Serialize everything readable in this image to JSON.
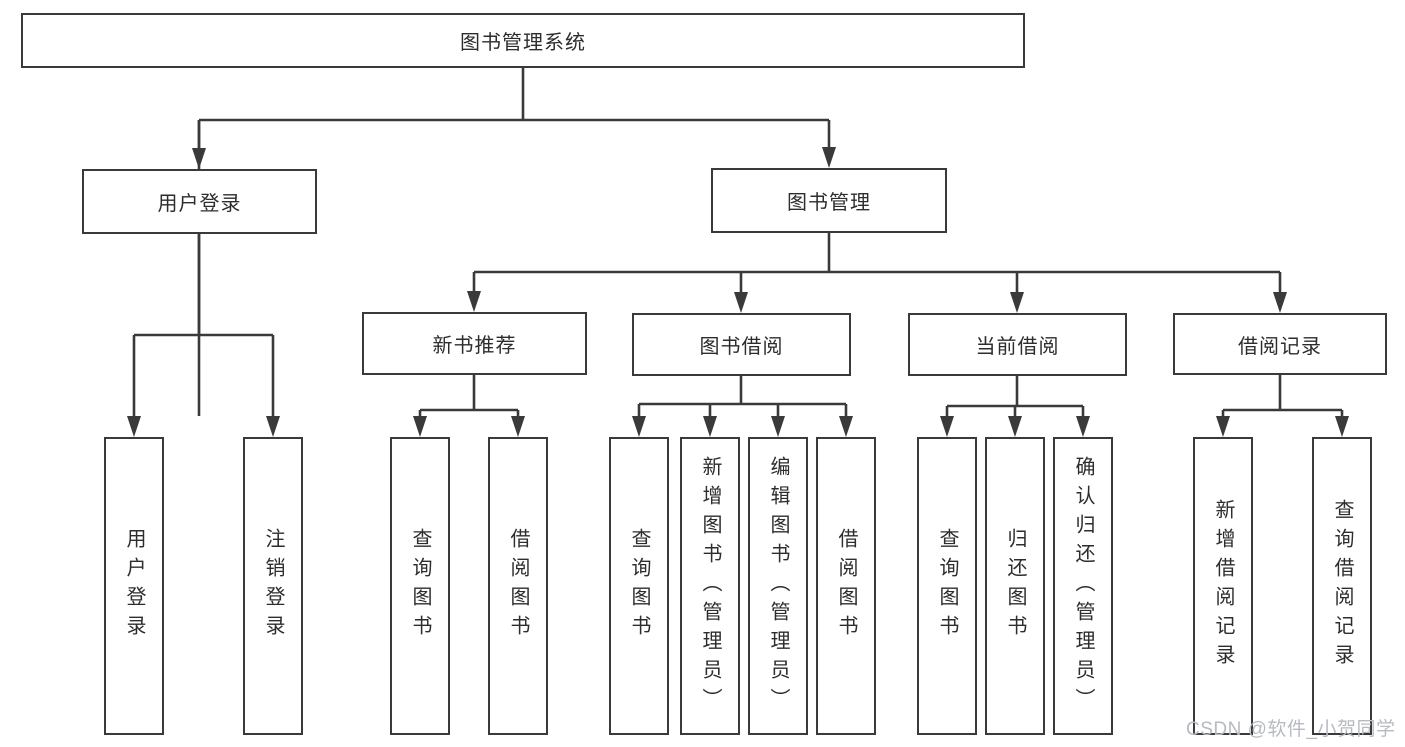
{
  "diagram": {
    "type": "feature-tree",
    "watermark": "CSDN @软件_小贺同学",
    "colors": {
      "background": "#ffffff",
      "line": "#3a3a3a",
      "box_border": "#3a3a3a",
      "box_fill": "#ffffff",
      "text": "#2d2d2d",
      "watermark": "#b7bbc1"
    },
    "nodes": {
      "root": {
        "label": "图书管理系统"
      },
      "user_login": {
        "label": "用户登录"
      },
      "book_mgmt": {
        "label": "图书管理"
      },
      "new_book_rec": {
        "label": "新书推荐"
      },
      "book_borrow": {
        "label": "图书借阅"
      },
      "current_borrow": {
        "label": "当前借阅"
      },
      "borrow_record": {
        "label": "借阅记录"
      },
      "leaf_user_login": {
        "label": "用户登录"
      },
      "leaf_logout": {
        "label": "注销登录"
      },
      "leaf_nb_query": {
        "label": "查询图书"
      },
      "leaf_nb_borrow": {
        "label": "借阅图书"
      },
      "leaf_bb_query": {
        "label": "查询图书"
      },
      "leaf_bb_add": {
        "label": "新增图书（管理员）"
      },
      "leaf_bb_edit": {
        "label": "编辑图书（管理员）"
      },
      "leaf_bb_borrow": {
        "label": "借阅图书"
      },
      "leaf_cb_query": {
        "label": "查询图书"
      },
      "leaf_cb_return": {
        "label": "归还图书"
      },
      "leaf_cb_confirm": {
        "label": "确认归还（管理员）"
      },
      "leaf_br_add": {
        "label": "新增借阅记录"
      },
      "leaf_br_query": {
        "label": "查询借阅记录"
      }
    },
    "tree": {
      "root": [
        "user_login",
        "book_mgmt"
      ],
      "user_login": [
        "leaf_user_login",
        "leaf_logout"
      ],
      "book_mgmt": [
        "new_book_rec",
        "book_borrow",
        "current_borrow",
        "borrow_record"
      ],
      "new_book_rec": [
        "leaf_nb_query",
        "leaf_nb_borrow"
      ],
      "book_borrow": [
        "leaf_bb_query",
        "leaf_bb_add",
        "leaf_bb_edit",
        "leaf_bb_borrow"
      ],
      "current_borrow": [
        "leaf_cb_query",
        "leaf_cb_return",
        "leaf_cb_confirm"
      ],
      "borrow_record": [
        "leaf_br_add",
        "leaf_br_query"
      ]
    }
  }
}
